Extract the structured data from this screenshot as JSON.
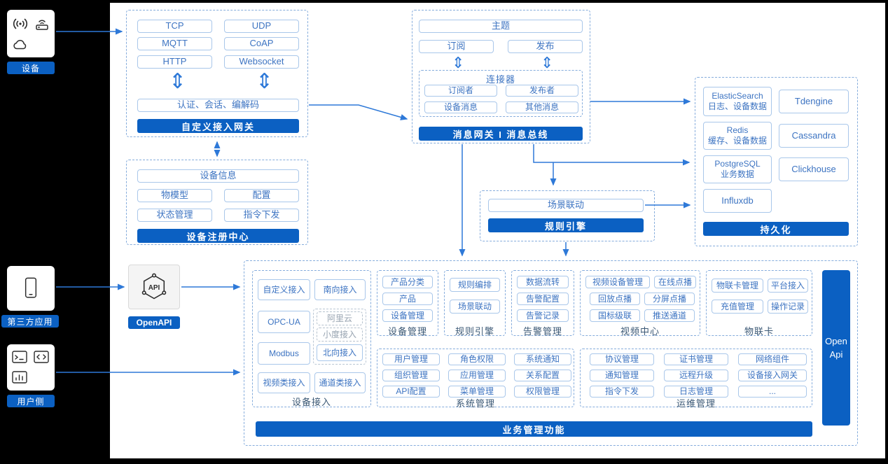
{
  "colors": {
    "accent_blue": "#0B60C2",
    "arrow_blue": "#2E79D8",
    "box_border": "#A9C7EA",
    "box_text": "#3D74C2",
    "dashed_border": "#85ACDC"
  },
  "icons": {
    "double_arrow": "⇕"
  },
  "left_panel": {
    "device": "设备",
    "third_party": "第三方应用",
    "user_side": "用户侧"
  },
  "custom_gateway": {
    "protocols": [
      "TCP",
      "UDP",
      "MQTT",
      "CoAP",
      "HTTP",
      "Websocket"
    ],
    "auth": "认证、会话、编解码",
    "title": "自定义接入网关"
  },
  "message_bus": {
    "topic": "主题",
    "subscribe": "订阅",
    "publish": "发布",
    "connector_title": "连接器",
    "connector_items": [
      "订阅者",
      "发布者",
      "设备消息",
      "其他消息"
    ],
    "title": "消息网关 I 消息总线"
  },
  "persistence": {
    "es_name": "ElasticSearch",
    "es_desc": "日志、设备数据",
    "tdengine": "Tdengine",
    "redis_name": "Redis",
    "redis_desc": "缓存、设备数据",
    "cassandra": "Cassandra",
    "pg_name": "PostgreSQL",
    "pg_desc": "业务数据",
    "clickhouse": "Clickhouse",
    "influxdb": "Influxdb",
    "title": "持久化"
  },
  "device_registry": {
    "device_info": "设备信息",
    "items": [
      "物模型",
      "配置",
      "状态管理",
      "指令下发"
    ],
    "title": "设备注册中心"
  },
  "rule_engine": {
    "scene": "场景联动",
    "title": "规则引擎"
  },
  "openapi": {
    "label": "OpenAPI"
  },
  "business": {
    "title": "业务管理功能",
    "open_api": "Open Api",
    "device_access": {
      "custom": "自定义接入",
      "south": "南向接入",
      "opcua": "OPC-UA",
      "aliyun": "阿里云",
      "xiaodu": "小度接入",
      "north": "北向接入",
      "modbus": "Modbus",
      "video": "视频类接入",
      "channel": "通道类接入",
      "label": "设备接入"
    },
    "device_mgmt": {
      "items": [
        "产品分类",
        "产品",
        "设备管理"
      ],
      "label": "设备管理"
    },
    "rule": {
      "items": [
        "规则编排",
        "场景联动"
      ],
      "label": "规则引擎"
    },
    "alarm": {
      "items": [
        "数据流转",
        "告警配置",
        "告警记录"
      ],
      "label": "告警管理"
    },
    "video_center": {
      "items": [
        "视频设备管理",
        "在线点播",
        "回放点播",
        "分屏点播",
        "国标级联",
        "推送通道"
      ],
      "label": "视频中心"
    },
    "iot_card": {
      "items": [
        "物联卡管理",
        "平台接入",
        "充值管理",
        "操作记录"
      ],
      "label": "物联卡"
    },
    "system": {
      "items": [
        "用户管理",
        "角色权限",
        "系统通知",
        "组织管理",
        "应用管理",
        "关系配置",
        "API配置",
        "菜单管理",
        "权限管理"
      ],
      "label": "系统管理"
    },
    "ops": {
      "items": [
        "协议管理",
        "证书管理",
        "网络组件",
        "通知管理",
        "远程升级",
        "设备接入网关",
        "指令下发",
        "日志管理",
        "..."
      ],
      "label": "运维管理"
    }
  }
}
